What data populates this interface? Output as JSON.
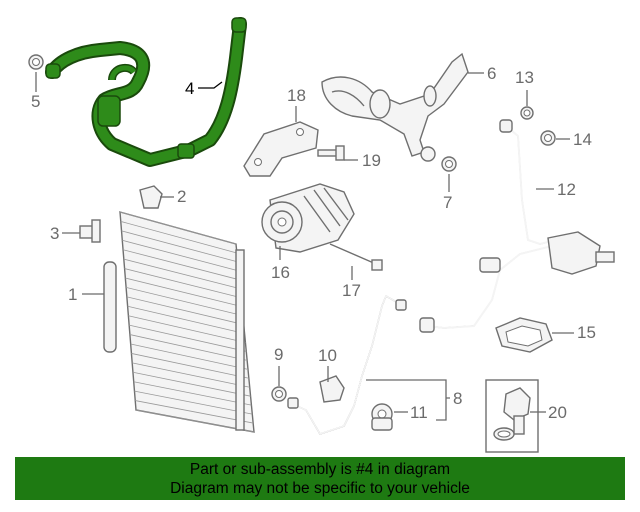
{
  "callouts": [
    {
      "id": "1",
      "label": "1"
    },
    {
      "id": "2",
      "label": "2"
    },
    {
      "id": "3",
      "label": "3"
    },
    {
      "id": "4",
      "label": "4"
    },
    {
      "id": "5",
      "label": "5"
    },
    {
      "id": "6",
      "label": "6"
    },
    {
      "id": "7",
      "label": "7"
    },
    {
      "id": "8",
      "label": "8"
    },
    {
      "id": "9",
      "label": "9"
    },
    {
      "id": "10",
      "label": "10"
    },
    {
      "id": "11",
      "label": "11"
    },
    {
      "id": "12",
      "label": "12"
    },
    {
      "id": "13",
      "label": "13"
    },
    {
      "id": "14",
      "label": "14"
    },
    {
      "id": "15",
      "label": "15"
    },
    {
      "id": "16",
      "label": "16"
    },
    {
      "id": "17",
      "label": "17"
    },
    {
      "id": "18",
      "label": "18"
    },
    {
      "id": "19",
      "label": "19"
    },
    {
      "id": "20",
      "label": "20"
    }
  ],
  "highlighted_part": "4",
  "colors": {
    "highlight": "#2e8b1a",
    "banner": "#1e7a12",
    "line": "#6f6f6f"
  },
  "banner": {
    "line1": "Part or sub-assembly is #4 in diagram",
    "line2": "Diagram may not be specific to your vehicle"
  }
}
